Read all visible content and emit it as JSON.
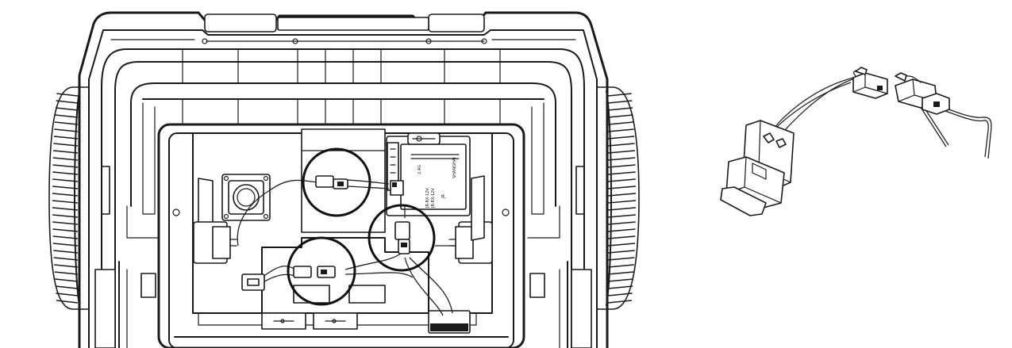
{
  "diagram": {
    "module_labels": [
      "JR",
      "JR-RX-12V",
      "JR-RX-12V",
      "2.4G",
      "SHANGHAI"
    ],
    "highlight_count": 3,
    "colors": {
      "line": "#1a1a1a",
      "background": "#ffffff"
    },
    "icons": [
      "vehicle-rear-view",
      "wheel",
      "receiver-module",
      "connector-plug",
      "wiring-harness"
    ]
  }
}
